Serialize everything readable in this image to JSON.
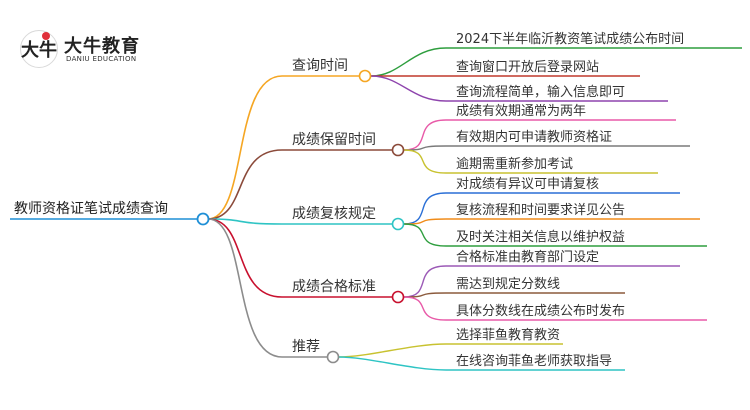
{
  "logo": {
    "mark": "大牛",
    "title": "大牛教育",
    "subtitle": "DANIU EDUCATION"
  },
  "root": {
    "label": "教师资格证笔试成绩查询",
    "color": "#1f8fd6"
  },
  "branches": [
    {
      "label": "查询时间",
      "color": "#f5a623",
      "children": [
        {
          "label": "2024下半年临沂教资笔试成绩公布时间",
          "color": "#2e9e3e"
        },
        {
          "label": "查询窗口开放后登录网站",
          "color": "#c0392b"
        },
        {
          "label": "查询流程简单，输入信息即可",
          "color": "#8e44ad"
        }
      ]
    },
    {
      "label": "成绩保留时间",
      "color": "#8b4a3a",
      "children": [
        {
          "label": "成绩有效期通常为两年",
          "color": "#e85aa8"
        },
        {
          "label": "有效期内可申请教师资格证",
          "color": "#7a7a7a"
        },
        {
          "label": "逾期需重新参加考试",
          "color": "#c8c230"
        }
      ]
    },
    {
      "label": "成绩复核规定",
      "color": "#2ec4c4",
      "children": [
        {
          "label": "对成绩有异议可申请复核",
          "color": "#2a6fd6"
        },
        {
          "label": "复核流程和时间要求详见公告",
          "color": "#f08c1a"
        },
        {
          "label": "及时关注相关信息以维护权益",
          "color": "#2e9e3e"
        }
      ]
    },
    {
      "label": "成绩合格标准",
      "color": "#c8102e",
      "children": [
        {
          "label": "合格标准由教育部门设定",
          "color": "#9b59b6"
        },
        {
          "label": "需达到规定分数线",
          "color": "#8b5a3c"
        },
        {
          "label": "具体分数线在成绩公布时发布",
          "color": "#e85aa8"
        }
      ]
    },
    {
      "label": "推荐",
      "color": "#8c8c8c",
      "children": [
        {
          "label": "选择菲鱼教育教资",
          "color": "#c8c230"
        },
        {
          "label": "在线咨询菲鱼老师获取指导",
          "color": "#2ec4c4"
        }
      ]
    }
  ]
}
